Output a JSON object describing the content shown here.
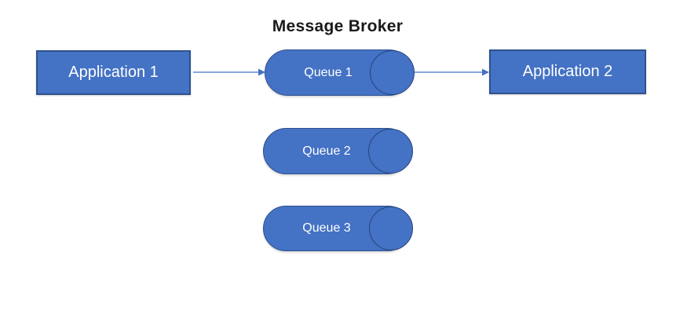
{
  "diagram": {
    "title": "Message Broker",
    "nodes": {
      "application1": {
        "label": "Application 1"
      },
      "application2": {
        "label": "Application 2"
      },
      "queues": [
        {
          "label": "Queue 1"
        },
        {
          "label": "Queue 2"
        },
        {
          "label": "Queue 3"
        }
      ]
    },
    "connectors": [
      {
        "from": "Application 1",
        "to": "Queue 1"
      },
      {
        "from": "Queue 1",
        "to": "Application 2"
      }
    ],
    "colors": {
      "shape_fill": "#4472C4",
      "shape_border": "#2F528F",
      "circle_border": "#27437E",
      "connector": "#6488D4",
      "connector_head": "#4472C4",
      "title_text": "#1A1A1A",
      "shape_text": "#FFFFFF"
    }
  }
}
